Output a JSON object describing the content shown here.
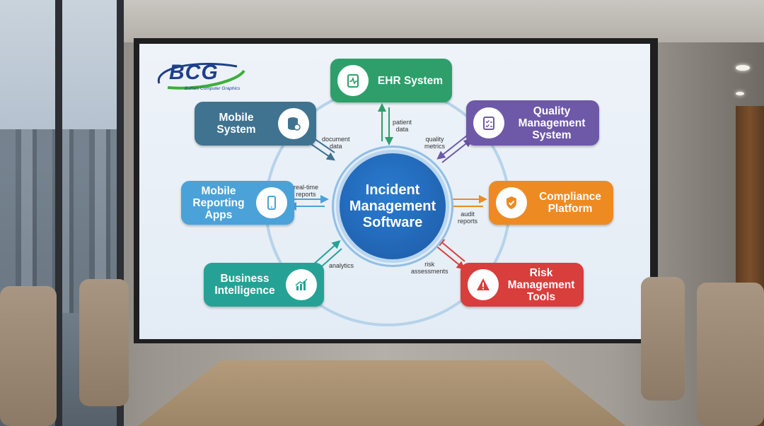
{
  "logo": {
    "text": "BCG",
    "subtitle": "Buffalo Computer Graphics"
  },
  "hub": {
    "label_line1": "Incident",
    "label_line2": "Management",
    "label_line3": "Software",
    "color": "#1d5aa6"
  },
  "nodes": {
    "ehr": {
      "label": "EHR System",
      "color": "#2e9f6b",
      "icon": "clipboard-pulse-icon"
    },
    "mobile_system": {
      "line1": "Mobile",
      "line2": "System",
      "color": "#3f7390",
      "icon": "database-icon"
    },
    "quality": {
      "line1": "Quality",
      "line2": "Management",
      "line3": "System",
      "color": "#6e58a8",
      "icon": "checklist-icon"
    },
    "mobile_apps": {
      "line1": "Mobile",
      "line2": "Reporting",
      "line3": "Apps",
      "color": "#4aa2d8",
      "icon": "smartphone-icon"
    },
    "compliance": {
      "line1": "Compliance",
      "line2": "Platform",
      "color": "#ee8a22",
      "icon": "shield-check-icon"
    },
    "bi": {
      "line1": "Business",
      "line2": "Intelligence",
      "color": "#25a295",
      "icon": "bar-chart-icon"
    },
    "risk": {
      "line1": "Risk",
      "line2": "Management",
      "line3": "Tools",
      "color": "#d83e3b",
      "icon": "warning-icon"
    }
  },
  "flows": {
    "patient": {
      "line1": "patient",
      "line2": "data"
    },
    "document": {
      "line1": "document",
      "line2": "data"
    },
    "quality": {
      "line1": "quality",
      "line2": "metrics"
    },
    "realtime": {
      "line1": "real-time",
      "line2": "reports"
    },
    "audit": {
      "line1": "audit",
      "line2": "reports"
    },
    "analytics": {
      "line1": "analytics"
    },
    "risk": {
      "line1": "risk",
      "line2": "assessments"
    }
  }
}
